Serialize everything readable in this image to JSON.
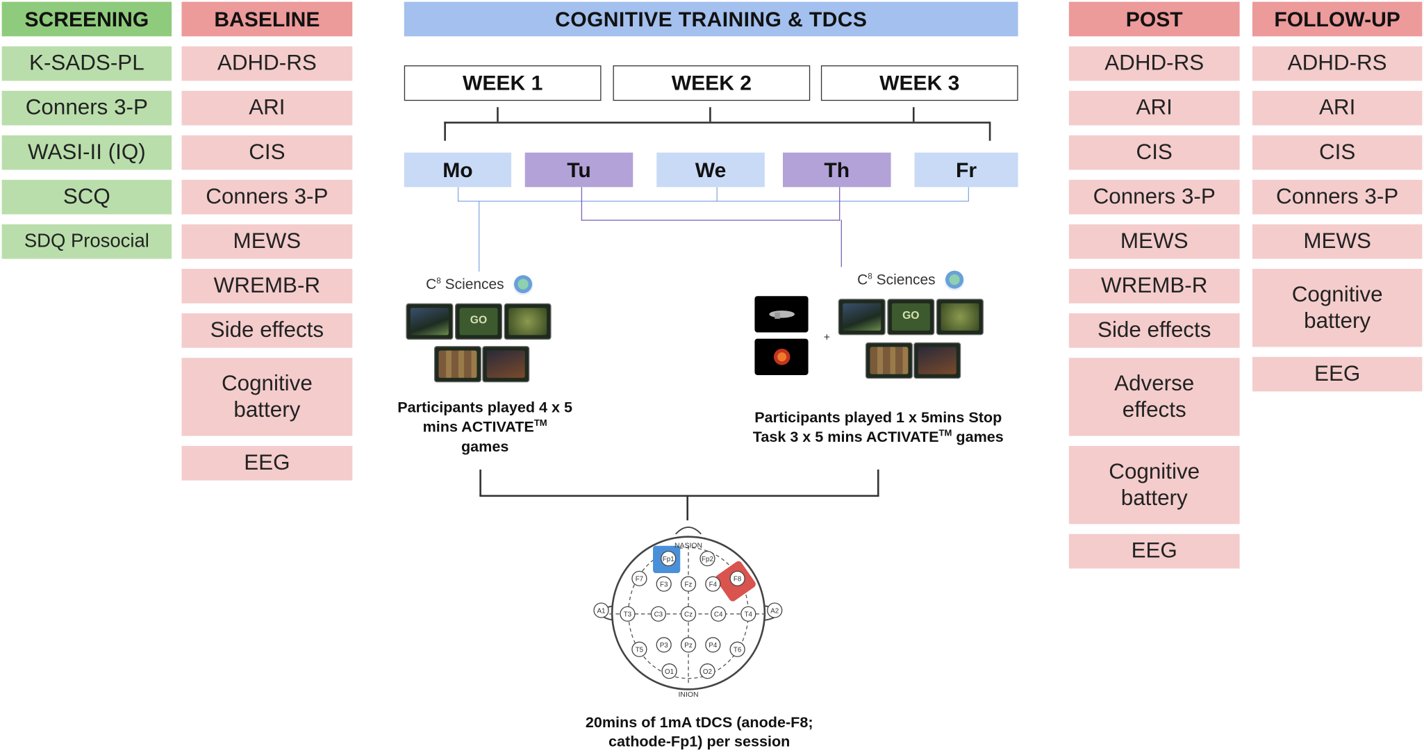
{
  "screening": {
    "header": "SCREENING",
    "items": [
      "K-SADS-PL",
      "Conners 3-P",
      "WASI-II (IQ)",
      "SCQ",
      "SDQ Prosocial"
    ]
  },
  "baseline": {
    "header": "BASELINE",
    "items": [
      "ADHD-RS",
      "ARI",
      "CIS",
      "Conners 3-P",
      "MEWS",
      "WREMB-R",
      "Side effects",
      "Cognitive battery",
      "EEG"
    ]
  },
  "training": {
    "header": "COGNITIVE TRAINING & TDCS",
    "weeks": [
      "WEEK 1",
      "WEEK 2",
      "WEEK 3"
    ],
    "days": [
      "Mo",
      "Tu",
      "We",
      "Th",
      "Fr"
    ],
    "logo_text": "Sciences",
    "logo_c": "C",
    "logo_sup": "8",
    "tile_texts": [
      "GO",
      "GO"
    ],
    "caption_left": {
      "line1": "Participants played  4 x 5",
      "line2a": "mins  ACTIVATE",
      "tm": "TM",
      "line3": "games"
    },
    "caption_right": {
      "line1": "Participants played  1 x 5mins  Stop",
      "line2a": "Task 3 x 5 mins  ACTIVATE",
      "tm": "TM",
      "line2b": " games"
    },
    "plus": "+"
  },
  "eeg_map": {
    "electrodes": [
      "Fp1",
      "Fp2",
      "F7",
      "F3",
      "Fz",
      "F4",
      "F8",
      "A1",
      "T3",
      "C3",
      "Cz",
      "C4",
      "T4",
      "A2",
      "T5",
      "P3",
      "Pz",
      "P4",
      "T6",
      "O1",
      "O2"
    ],
    "nasion": "NASION",
    "inion": "INION",
    "caption_line1": "20mins  of  1mA  tDCS  (anode-F8;",
    "caption_line2": "cathode-Fp1)  per session",
    "anode_color": "#d9534f",
    "cathode_color": "#4a90d9"
  },
  "post": {
    "header": "POST",
    "items": [
      "ADHD-RS",
      "ARI",
      "CIS",
      "Conners 3-P",
      "MEWS",
      "WREMB-R",
      "Side effects",
      "Adverse effects",
      "Cognitive battery",
      "EEG"
    ]
  },
  "followup": {
    "header": "FOLLOW-UP",
    "items": [
      "ADHD-RS",
      "ARI",
      "CIS",
      "Conners 3-P",
      "MEWS",
      "Cognitive battery",
      "EEG"
    ]
  },
  "colors": {
    "screening_header": "#8fcb7c",
    "screening_item": "#b9deab",
    "red_header": "#ec9a9a",
    "red_item": "#f4cccc",
    "training_header": "#a3c0ee",
    "day_light": "#c9daf7",
    "day_purple": "#b3a2d8"
  }
}
